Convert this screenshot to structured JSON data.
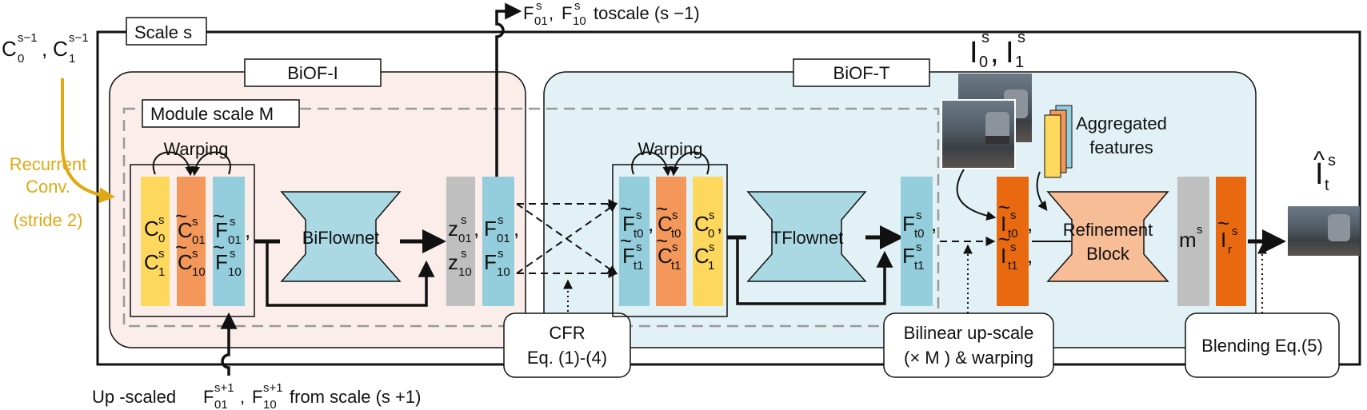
{
  "scale_box_label": "Scale s",
  "biof_i_label": "BiOF-I",
  "biof_t_label": "BiOF-T",
  "module_scale_label": "Module scale M",
  "input_c": {
    "base_c0": "C",
    "sub0": "0",
    "sup0": "s−1",
    "base_c1": "C",
    "sub1": "1",
    "sup1": "s−1",
    "comma": ","
  },
  "recurrent_conv": {
    "line1": "Recurrent",
    "line2": "Conv.",
    "line3": "(stride 2)"
  },
  "warping_label": "Warping",
  "warping_label_t": "Warping",
  "biflownet_label": "BiFlownet",
  "tflownet_label": "TFlownet",
  "refinement": {
    "line1": "Refinement",
    "line2": "Block"
  },
  "aggregated": {
    "line1": "Aggregated",
    "line2": "features"
  },
  "top_output": {
    "f": "F",
    "s": "s",
    "sub01": "01",
    "sub10": "10",
    "comma": ", ",
    "text": "toscale (s −1)"
  },
  "bottom_input": {
    "text1": "Up -scaled ",
    "f": "F",
    "sup": "s+1",
    "sub01": "01",
    "sub10": "10",
    "comma": ", ",
    "text2": " from scale (s +1)"
  },
  "cfr_box": {
    "line1": "CFR",
    "line2": "Eq. (1)-(4)"
  },
  "bilinear_box": {
    "line1": "Bilinear up-scale",
    "line2": "(× M ) & warping"
  },
  "blending_box": {
    "line1": "Blending Eq.(5)"
  },
  "frames_label": {
    "i": "I",
    "sub0": "0",
    "sub1": "1",
    "s": "s",
    "comma": ", "
  },
  "output_label": {
    "i": "I",
    "hat": "^",
    "sub": "t",
    "sup": "s"
  },
  "blocks": {
    "c0c1": {
      "base": "C",
      "sub0": "0",
      "sub1": "1",
      "sup": "s"
    },
    "c01c10": {
      "base": "C",
      "sub0": "01",
      "sub1": "10",
      "sup": "s",
      "tilde": "~"
    },
    "f01f10_tilde": {
      "base": "F",
      "sub0": "01",
      "sub1": "10",
      "sup": "s",
      "tilde": "~"
    },
    "z01z10": {
      "base": "z",
      "sub0": "01",
      "sub1": "10",
      "sup": "s"
    },
    "f01f10": {
      "base": "F",
      "sub0": "01",
      "sub1": "10",
      "sup": "s"
    },
    "ft0ft1_tilde": {
      "base": "F",
      "sub0": "t0",
      "sub1": "t1",
      "sup": "s",
      "tilde": "~"
    },
    "ct0ct1_tilde": {
      "base": "C",
      "sub0": "t0",
      "sub1": "t1",
      "sup": "s",
      "tilde": "~"
    },
    "c0c1_t": {
      "base": "C",
      "sub0": "0",
      "sub1": "1",
      "sup": "s"
    },
    "ft0ft1": {
      "base": "F",
      "sub0": "t0",
      "sub1": "t1",
      "sup": "s"
    },
    "it0it1_tilde": {
      "base": "I",
      "sub0": "t0",
      "sub1": "t1",
      "sup": "s",
      "tilde": "~"
    },
    "m": {
      "base": "m",
      "sup": "s"
    },
    "ir_tilde": {
      "base": "I",
      "sub": "r",
      "sup": "s",
      "tilde": "~"
    }
  },
  "colors": {
    "yellow": "#fdd85d",
    "orange": "#f4975a",
    "blue": "#94cddc",
    "gray": "#bfbfbf",
    "dark_orange": "#e8690f",
    "gold": "#e0a815",
    "teal_fill": "#aad9e4",
    "peach": "#f7bd96",
    "pink_bg": "#fbeeea",
    "blue_bg": "#e2f1f5"
  }
}
